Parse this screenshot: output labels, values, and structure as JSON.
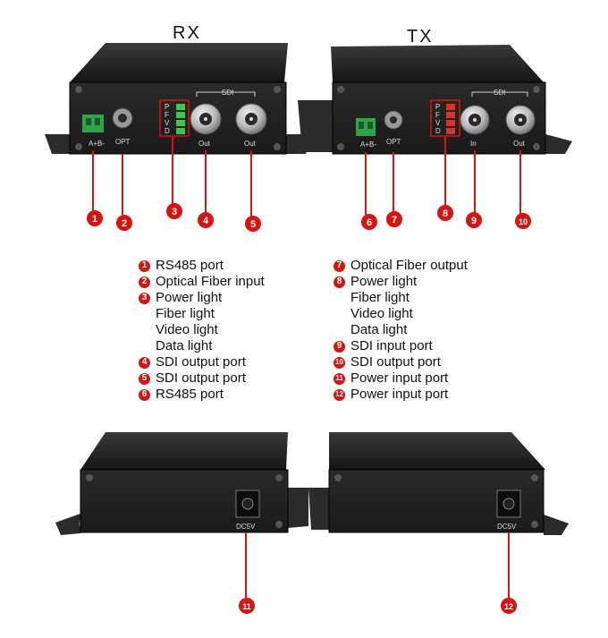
{
  "titles": {
    "rx": "RX",
    "tx": "TX"
  },
  "rx_panel": {
    "power_label": "A+B-",
    "opt_label": "OPT",
    "led_letters": [
      "P",
      "F",
      "V",
      "D"
    ],
    "sdi_label": "SDI",
    "bnc1_label": "Out",
    "bnc2_label": "Out"
  },
  "tx_panel": {
    "power_label": "A+B-",
    "opt_label": "OPT",
    "led_letters": [
      "P",
      "F",
      "V",
      "D"
    ],
    "sdi_label": "SDI",
    "bnc1_label": "In",
    "bnc2_label": "Out"
  },
  "rear": {
    "rx_dc_label": "DC5V",
    "tx_dc_label": "DC5V"
  },
  "callouts": [
    "1",
    "2",
    "3",
    "4",
    "5",
    "6",
    "7",
    "8",
    "9",
    "10",
    "11",
    "12"
  ],
  "legend_left": [
    {
      "num": "1",
      "text": "RS485 port"
    },
    {
      "num": "2",
      "text": "Optical Fiber input"
    },
    {
      "num": "3",
      "text": "Power light"
    },
    {
      "num": "",
      "text": "Fiber light"
    },
    {
      "num": "",
      "text": "Video light"
    },
    {
      "num": "",
      "text": "Data light"
    },
    {
      "num": "4",
      "text": "SDI output port"
    },
    {
      "num": "5",
      "text": "SDI output port"
    },
    {
      "num": "6",
      "text": "RS485 port"
    }
  ],
  "legend_right": [
    {
      "num": "7",
      "text": "Optical Fiber output"
    },
    {
      "num": "8",
      "text": "Power light"
    },
    {
      "num": "",
      "text": "Fiber light"
    },
    {
      "num": "",
      "text": "Video light"
    },
    {
      "num": "",
      "text": "Data light"
    },
    {
      "num": "9",
      "text": "SDI input port"
    },
    {
      "num": "10",
      "text": "SDI output port"
    },
    {
      "num": "11",
      "text": "Power input port"
    },
    {
      "num": "12",
      "text": "Power input port"
    }
  ],
  "colors": {
    "badge": "#d7140f",
    "device": "#1c1c1c",
    "green_led": "#3cc84a",
    "red_led": "#e0302a",
    "terminal": "#2fa34a"
  }
}
